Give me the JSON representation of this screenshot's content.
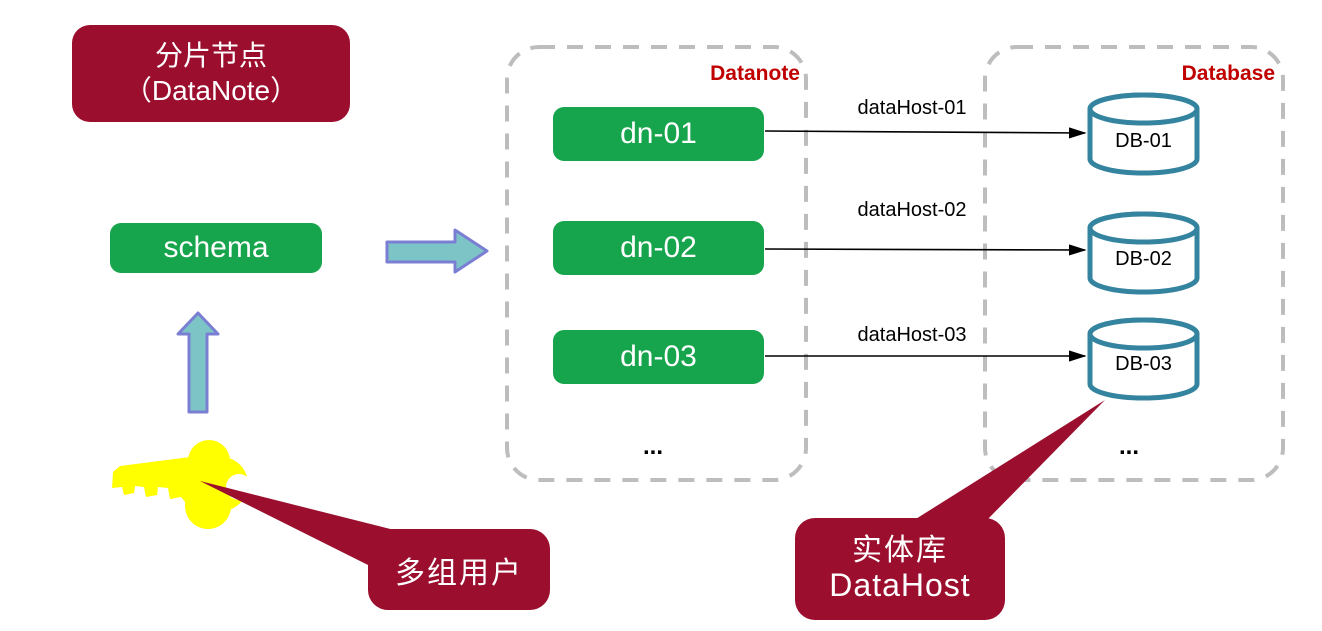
{
  "title_box": {
    "line1": "分片节点",
    "line2": "（DataNote）"
  },
  "schema_box": {
    "label": "schema"
  },
  "groups": {
    "datanote": {
      "label": "Datanote",
      "ellipsis": "..."
    },
    "database": {
      "label": "Database",
      "ellipsis": "..."
    }
  },
  "rows": [
    {
      "dn": "dn-01",
      "host": "dataHost-01",
      "db": "DB-01"
    },
    {
      "dn": "dn-02",
      "host": "dataHost-02",
      "db": "DB-02"
    },
    {
      "dn": "dn-03",
      "host": "dataHost-03",
      "db": "DB-03"
    }
  ],
  "callouts": {
    "users": {
      "label": "多组用户"
    },
    "datahost": {
      "line1": "实体库",
      "line2": "DataHost"
    }
  },
  "icons": {
    "key": "key-icon",
    "right_arrow": "right-arrow-icon",
    "up_arrow": "up-arrow-icon",
    "cylinder": "database-cylinder-icon"
  },
  "colors": {
    "maroon": "#9B0E2E",
    "green": "#16A54C",
    "arrow_fill": "#7CC4C6",
    "arrow_border": "#7B7FD4",
    "cylinder_stroke": "#35849F",
    "group_label_red": "#C00000",
    "key_yellow": "#FFFF00",
    "dashed_gray": "#BDBDBD",
    "connector_black": "#000000"
  }
}
